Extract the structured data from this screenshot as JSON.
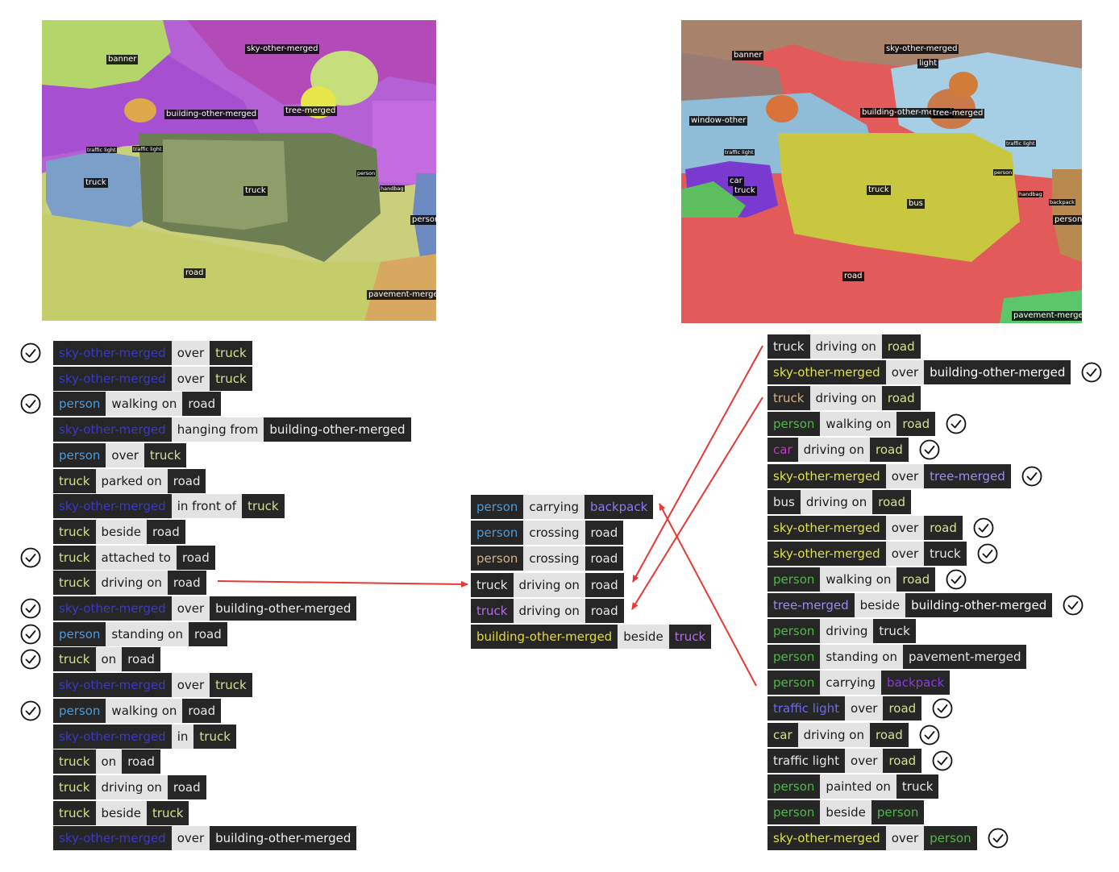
{
  "colors": {
    "sky": "#3b39c2",
    "person": "#4f9ad6",
    "truck": "#d4e090",
    "road": "#e8e8e8",
    "building": "#f0f0f0",
    "building_yellow": "#e6d93a",
    "tree": "#9a8cf0",
    "car": "#c03ac0",
    "green": "#4fb848",
    "traffic_light": "#6a6af0",
    "backpack_mid": "#8a7cf0",
    "backpack_right": "#8a3ad6",
    "person_tan": "#d6b08a",
    "truck_purple": "#b070e0",
    "sky_yellow": "#dfe04a",
    "white": "#ffffff",
    "arrow": "#e53935"
  },
  "left_image": {
    "labels": [
      {
        "text": "banner",
        "small": false
      },
      {
        "text": "sky-other-merged",
        "small": false
      },
      {
        "text": "building-other-merged",
        "small": false
      },
      {
        "text": "tree-merged",
        "small": false
      },
      {
        "text": "traffic light",
        "small": true
      },
      {
        "text": "traffic light",
        "small": true
      },
      {
        "text": "truck",
        "small": false
      },
      {
        "text": "truck",
        "small": false
      },
      {
        "text": "person",
        "small": true
      },
      {
        "text": "person",
        "small": false
      },
      {
        "text": "handbag",
        "small": true
      },
      {
        "text": "road",
        "small": false
      },
      {
        "text": "pavement-merged",
        "small": false
      }
    ]
  },
  "right_image": {
    "labels": [
      {
        "text": "banner",
        "small": false
      },
      {
        "text": "sky-other-merged",
        "small": false
      },
      {
        "text": "light",
        "small": false
      },
      {
        "text": "window-other",
        "small": false
      },
      {
        "text": "building-other-merged",
        "small": false
      },
      {
        "text": "tree-merged",
        "small": false
      },
      {
        "text": "traffic light",
        "small": true
      },
      {
        "text": "traffic light",
        "small": true
      },
      {
        "text": "car",
        "small": false
      },
      {
        "text": "truck",
        "small": false
      },
      {
        "text": "truck",
        "small": false
      },
      {
        "text": "bus",
        "small": false
      },
      {
        "text": "person",
        "small": true
      },
      {
        "text": "person",
        "small": false
      },
      {
        "text": "backpack",
        "small": true
      },
      {
        "text": "handbag",
        "small": true
      },
      {
        "text": "road",
        "small": false
      },
      {
        "text": "pavement-merged",
        "small": false
      }
    ]
  },
  "left_triplets": [
    {
      "subject": "sky-other-merged",
      "subject_color": "sky",
      "predicate": "over",
      "object": "truck",
      "object_color": "truck",
      "checked": true
    },
    {
      "subject": "sky-other-merged",
      "subject_color": "sky",
      "predicate": "over",
      "object": "truck",
      "object_color": "truck",
      "checked": false
    },
    {
      "subject": "person",
      "subject_color": "person",
      "predicate": "walking on",
      "object": "road",
      "object_color": "road",
      "checked": true
    },
    {
      "subject": "sky-other-merged",
      "subject_color": "sky",
      "predicate": "hanging from",
      "object": "building-other-merged",
      "object_color": "building",
      "checked": false
    },
    {
      "subject": "person",
      "subject_color": "person",
      "predicate": "over",
      "object": "truck",
      "object_color": "truck",
      "checked": false
    },
    {
      "subject": "truck",
      "subject_color": "truck",
      "predicate": "parked on",
      "object": "road",
      "object_color": "road",
      "checked": false
    },
    {
      "subject": "sky-other-merged",
      "subject_color": "sky",
      "predicate": "in front of",
      "object": "truck",
      "object_color": "truck",
      "checked": false
    },
    {
      "subject": "truck",
      "subject_color": "truck",
      "predicate": "beside",
      "object": "road",
      "object_color": "road",
      "checked": false
    },
    {
      "subject": "truck",
      "subject_color": "truck",
      "predicate": "attached to",
      "object": "road",
      "object_color": "road",
      "checked": true
    },
    {
      "subject": "truck",
      "subject_color": "truck",
      "predicate": "driving on",
      "object": "road",
      "object_color": "road",
      "checked": false
    },
    {
      "subject": "sky-other-merged",
      "subject_color": "sky",
      "predicate": "over",
      "object": "building-other-merged",
      "object_color": "building",
      "checked": true
    },
    {
      "subject": "person",
      "subject_color": "person",
      "predicate": "standing on",
      "object": "road",
      "object_color": "road",
      "checked": true
    },
    {
      "subject": "truck",
      "subject_color": "truck",
      "predicate": "on",
      "object": "road",
      "object_color": "road",
      "checked": true
    },
    {
      "subject": "sky-other-merged",
      "subject_color": "sky",
      "predicate": "over",
      "object": "truck",
      "object_color": "truck",
      "checked": false
    },
    {
      "subject": "person",
      "subject_color": "person",
      "predicate": "walking on",
      "object": "road",
      "object_color": "road",
      "checked": true
    },
    {
      "subject": "sky-other-merged",
      "subject_color": "sky",
      "predicate": "in",
      "object": "truck",
      "object_color": "truck",
      "checked": false
    },
    {
      "subject": "truck",
      "subject_color": "truck",
      "predicate": "on",
      "object": "road",
      "object_color": "road",
      "checked": false
    },
    {
      "subject": "truck",
      "subject_color": "truck",
      "predicate": "driving on",
      "object": "road",
      "object_color": "road",
      "checked": false
    },
    {
      "subject": "truck",
      "subject_color": "truck",
      "predicate": "beside",
      "object": "truck",
      "object_color": "truck",
      "checked": false
    },
    {
      "subject": "sky-other-merged",
      "subject_color": "sky",
      "predicate": "over",
      "object": "building-other-merged",
      "object_color": "building",
      "checked": false
    }
  ],
  "middle_triplets": [
    {
      "subject": "person",
      "subject_color": "person",
      "predicate": "carrying",
      "object": "backpack",
      "object_color": "backpack_mid",
      "checked": false
    },
    {
      "subject": "person",
      "subject_color": "person",
      "predicate": "crossing",
      "object": "road",
      "object_color": "road",
      "checked": false
    },
    {
      "subject": "person",
      "subject_color": "person_tan",
      "predicate": "crossing",
      "object": "road",
      "object_color": "road",
      "checked": false
    },
    {
      "subject": "truck",
      "subject_color": "road",
      "predicate": "driving on",
      "object": "road",
      "object_color": "road",
      "checked": false
    },
    {
      "subject": "truck",
      "subject_color": "truck_purple",
      "predicate": "driving on",
      "object": "road",
      "object_color": "road",
      "checked": false
    },
    {
      "subject": "building-other-merged",
      "subject_color": "building_yellow",
      "predicate": "beside",
      "object": "truck",
      "object_color": "truck_purple",
      "checked": false
    }
  ],
  "right_triplets": [
    {
      "subject": "truck",
      "subject_color": "road",
      "predicate": "driving on",
      "object": "road",
      "object_color": "truck",
      "checked": false
    },
    {
      "subject": "sky-other-merged",
      "subject_color": "sky_yellow",
      "predicate": "over",
      "object": "building-other-merged",
      "object_color": "white",
      "checked": true
    },
    {
      "subject": "truck",
      "subject_color": "person_tan",
      "predicate": "driving on",
      "object": "road",
      "object_color": "truck",
      "checked": false
    },
    {
      "subject": "person",
      "subject_color": "green",
      "predicate": "walking on",
      "object": "road",
      "object_color": "truck",
      "checked": true
    },
    {
      "subject": "car",
      "subject_color": "car",
      "predicate": "driving on",
      "object": "road",
      "object_color": "truck",
      "checked": true
    },
    {
      "subject": "sky-other-merged",
      "subject_color": "sky_yellow",
      "predicate": "over",
      "object": "tree-merged",
      "object_color": "tree",
      "checked": true
    },
    {
      "subject": "bus",
      "subject_color": "road",
      "predicate": "driving on",
      "object": "road",
      "object_color": "truck",
      "checked": false
    },
    {
      "subject": "sky-other-merged",
      "subject_color": "sky_yellow",
      "predicate": "over",
      "object": "road",
      "object_color": "truck",
      "checked": true
    },
    {
      "subject": "sky-other-merged",
      "subject_color": "sky_yellow",
      "predicate": "over",
      "object": "truck",
      "object_color": "road",
      "checked": true
    },
    {
      "subject": "person",
      "subject_color": "green",
      "predicate": "walking on",
      "object": "road",
      "object_color": "truck",
      "checked": true
    },
    {
      "subject": "tree-merged",
      "subject_color": "tree",
      "predicate": "beside",
      "object": "building-other-merged",
      "object_color": "white",
      "checked": true
    },
    {
      "subject": "person",
      "subject_color": "green",
      "predicate": "driving",
      "object": "truck",
      "object_color": "road",
      "checked": false
    },
    {
      "subject": "person",
      "subject_color": "green",
      "predicate": "standing on",
      "object": "pavement-merged",
      "object_color": "road",
      "checked": false
    },
    {
      "subject": "person",
      "subject_color": "green",
      "predicate": "carrying",
      "object": "backpack",
      "object_color": "backpack_right",
      "checked": false
    },
    {
      "subject": "traffic light",
      "subject_color": "traffic_light",
      "predicate": "over",
      "object": "road",
      "object_color": "truck",
      "checked": true
    },
    {
      "subject": "car",
      "subject_color": "truck",
      "predicate": "driving on",
      "object": "road",
      "object_color": "truck",
      "checked": true
    },
    {
      "subject": "traffic light",
      "subject_color": "road",
      "predicate": "over",
      "object": "road",
      "object_color": "truck",
      "checked": true
    },
    {
      "subject": "person",
      "subject_color": "green",
      "predicate": "painted on",
      "object": "truck",
      "object_color": "road",
      "checked": false
    },
    {
      "subject": "person",
      "subject_color": "green",
      "predicate": "beside",
      "object": "person",
      "object_color": "green",
      "checked": false
    },
    {
      "subject": "sky-other-merged",
      "subject_color": "sky_yellow",
      "predicate": "over",
      "object": "person",
      "object_color": "green",
      "checked": true
    }
  ]
}
